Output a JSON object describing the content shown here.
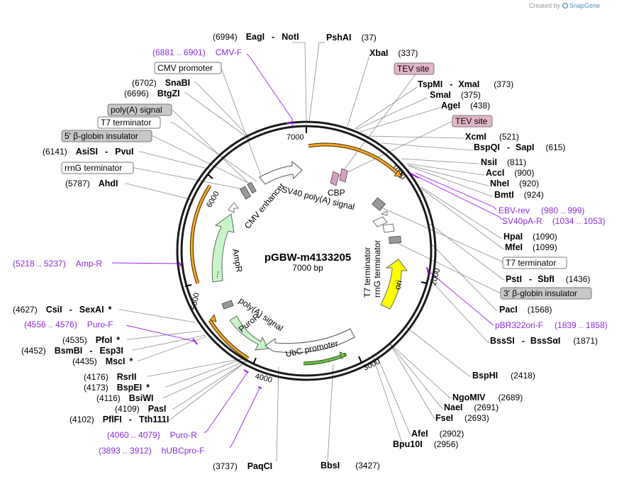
{
  "credit": {
    "text": "Created by",
    "brand": "SnapGene"
  },
  "plasmid": {
    "name": "pGBW-m4133205",
    "length_label": "7000 bp"
  },
  "ticks": [
    "1000",
    "2000",
    "3000",
    "4000",
    "5000",
    "6000",
    "7000"
  ],
  "sites": {
    "eag_pos": "(6994)",
    "eag": "EagI",
    "dash1": "-",
    "not": "NotI",
    "psh": "PshAI",
    "psh_pos": "(37)",
    "xba": "XbaI",
    "xba_pos": "(337)",
    "tsp": "TspMI",
    "dash2": "-",
    "xma": "XmaI",
    "tsp_pos": "(373)",
    "sma": "SmaI",
    "sma_pos": "(375)",
    "age": "AgeI",
    "age_pos": "(438)",
    "xcm": "XcmI",
    "xcm_pos": "(521)",
    "bspq": "BspQI",
    "dash3": "-",
    "sap": "SapI",
    "bspq_pos": "(615)",
    "nsi": "NsiI",
    "nsi_pos": "(811)",
    "acc": "AccI",
    "acc_pos": "(900)",
    "nhe": "NheI",
    "nhe_pos": "(920)",
    "bmt": "BmtI",
    "bmt_pos": "(924)",
    "hpa": "HpaI",
    "hpa_pos": "(1090)",
    "mfe": "MfeI",
    "mfe_pos": "(1099)",
    "pst": "PstI",
    "dash4": "-",
    "sbf": "SbfI",
    "pst_pos": "(1436)",
    "pac": "PacI",
    "pac_pos": "(1568)",
    "bsss": "BssSI",
    "dash5": "-",
    "bsssa": "BssSαI",
    "bsss_pos": "(1871)",
    "bsph": "BspHI",
    "bsph_pos": "(2418)",
    "ngo": "NgoMIV",
    "ngo_pos": "(2689)",
    "nae": "NaeI",
    "nae_pos": "(2691)",
    "fse": "FseI",
    "fse_pos": "(2693)",
    "afe": "AfeI",
    "afe_pos": "(2902)",
    "bpu": "Bpu10I",
    "bpu_pos": "(2956)",
    "bbs": "BbsI",
    "bbs_pos": "(3427)",
    "paq_pos": "(3737)",
    "paq": "PaqCI",
    "pfl_pos": "(4102)",
    "pfl": "PflFI",
    "dash6": "-",
    "tth": "Tth111I",
    "pas_pos": "(4109)",
    "pas": "PasI",
    "bsiw_pos": "(4116)",
    "bsiw": "BsiWI",
    "bspe_pos": "(4173)",
    "bspe": "BspEI",
    "bspe_star": "*",
    "rsr_pos": "(4176)",
    "rsr": "RsrII",
    "msc_pos": "(4435)",
    "msc": "MscI",
    "msc_star": "*",
    "bsmb_pos": "(4452)",
    "bsmb": "BsmBI",
    "dash7": "-",
    "esp": "Esp3I",
    "pfo_pos": "(4535)",
    "pfo": "PfoI",
    "pfo_star": "*",
    "csi_pos": "(4627)",
    "csi": "CsiI",
    "dash8": "-",
    "sexa": "SexAI",
    "sexa_star": "*",
    "ahd_pos": "(5787)",
    "ahd": "AhdI",
    "asis_pos": "(6141)",
    "asis": "AsiSI",
    "dash9": "-",
    "pvu": "PvuI",
    "btg_pos": "(6696)",
    "btg": "BtgZI",
    "sna_pos": "(6702)",
    "sna": "SnaBI"
  },
  "primers": {
    "cmvf_range": "(6881 .. 6901)",
    "cmvf": "CMV-F",
    "ebv": "EBV-rev",
    "ebv_range": "(980 .. 999)",
    "sv40": "SV40pA-R",
    "sv40_range": "(1034 .. 1053)",
    "ampr_range": "(5218 .. 5237)",
    "ampr": "Amp-R",
    "pbr": "pBR322ori-F",
    "pbr_range": "(1839 .. 1858)",
    "purof_range": "(4556 .. 4576)",
    "purof": "Puro-F",
    "puror_range": "(4060 .. 4079)",
    "puror": "Puro-R",
    "hubc_range": "(3893 .. 3912)",
    "hubc": "hUBCpro-F"
  },
  "boxes": {
    "cmv_promoter": "CMV promoter",
    "polya_signal": "poly(A) signal",
    "t7_term_left": "T7 terminator",
    "globin5": "5' β-globin insulator",
    "rrng_term": "rrnG terminator",
    "tev1": "TEV site",
    "tev2": "TEV site",
    "t7_term_right": "T7 terminator",
    "globin3": "3' β-globin insulator"
  },
  "features": {
    "cbp": "CBP",
    "cmv_enh": "CMV enhancer",
    "sv40": "SV40 poly(A) signal",
    "t7_inner": "T7 terminator",
    "rrng_inner": "rrnG terminator",
    "ori": "ori",
    "ampr": "AmpR",
    "ampr_prom": "...",
    "polya_inner": "poly(A) signal",
    "puror": "PuroR",
    "ubc": "UbC promoter"
  },
  "colors": {
    "backbone": "#1a1a1a",
    "orf_orange": "#f5a623",
    "ori_yellow": "#ffff00",
    "marker_green": "#c8f5c8",
    "primer_purple": "#a020f0",
    "tev_pink": "#e3b5c8",
    "insulator_gray": "#c8c8c8",
    "cbp_pink": "#d7a1c0"
  }
}
